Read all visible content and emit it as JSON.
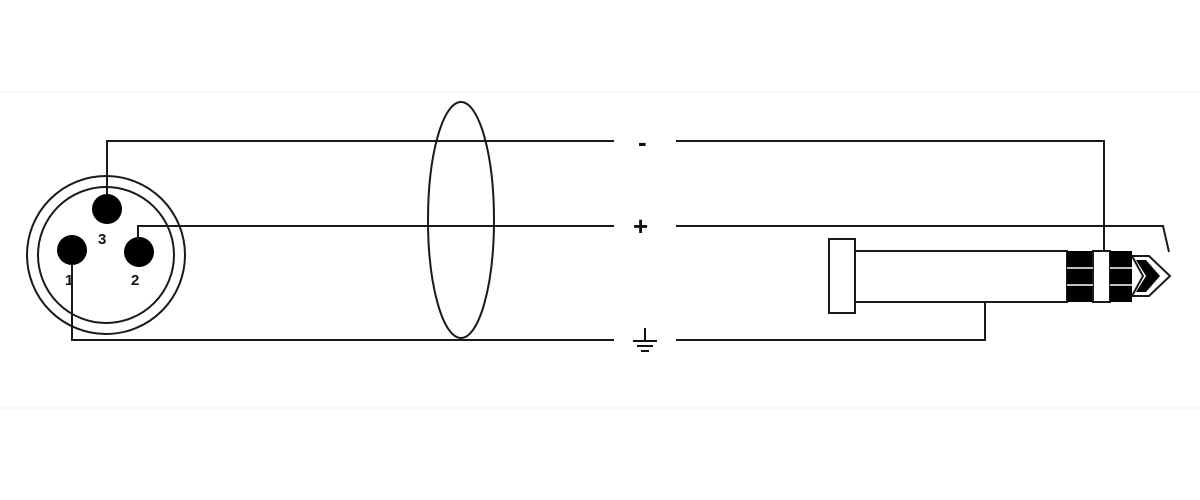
{
  "colors": {
    "line": "#1a1a1a",
    "pin": "#000000",
    "band_outline": "#f4f4f4",
    "background": "#ffffff"
  },
  "xlr": {
    "pins": [
      {
        "id": "3",
        "label": "3"
      },
      {
        "id": "2",
        "label": "2"
      },
      {
        "id": "1",
        "label": "1"
      }
    ]
  },
  "conductors": {
    "minus_label": "-",
    "plus_label": "+",
    "ground_label": "ground-symbol"
  },
  "jack": {
    "type": "stereo-phone-plug"
  }
}
